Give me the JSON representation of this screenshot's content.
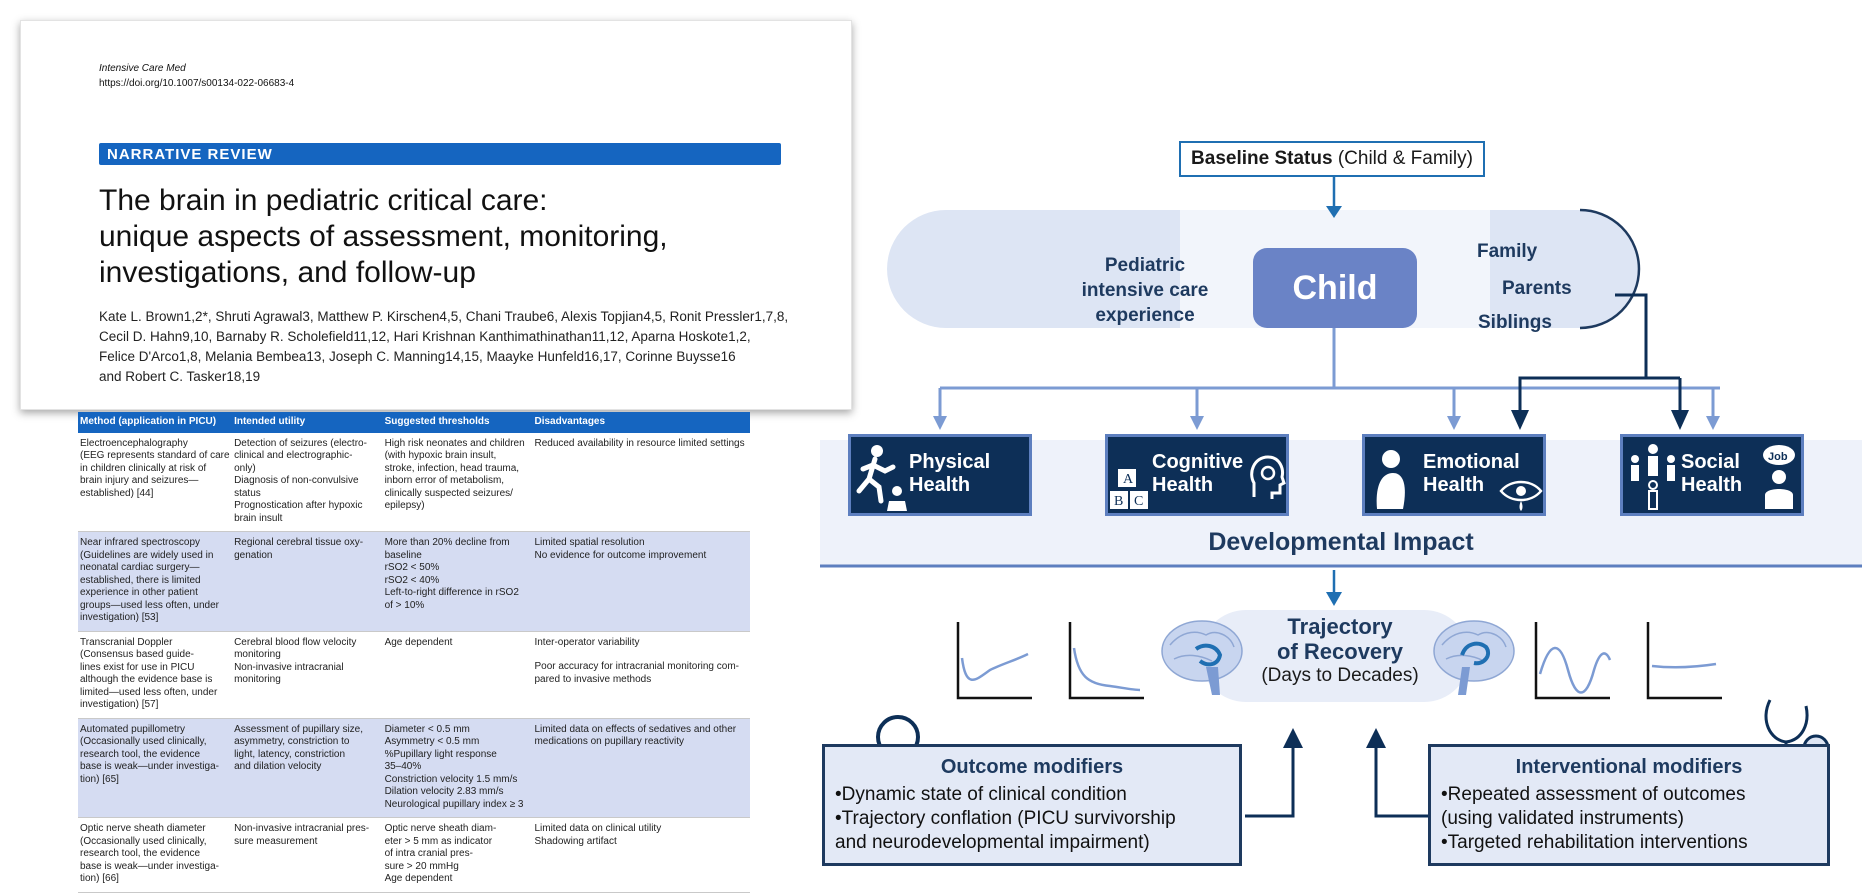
{
  "paper": {
    "journal": "Intensive Care Med",
    "doi": "https://doi.org/10.1007/s00134-022-06683-4",
    "section": "NARRATIVE REVIEW",
    "title_lines": [
      "The brain in pediatric critical care:",
      "unique aspects of assessment, monitoring,",
      "investigations, and follow-up"
    ],
    "author_lines": [
      "Kate L. Brown1,2*, Shruti Agrawal3, Matthew P. Kirschen4,5, Chani Traube6, Alexis Topjian4,5, Ronit Pressler1,7,8,",
      "Cecil D. Hahn9,10, Barnaby R. Scholefield11,12, Hari Krishnan Kanthimathinathan11,12, Aparna Hoskote1,2,",
      "Felice D'Arco1,8, Melania Bembea13, Joseph C. Manning14,15, Maayke Hunfeld16,17, Corinne Buysse16",
      "and Robert C. Tasker18,19"
    ]
  },
  "table": {
    "headers": [
      "Method (application in PICU)",
      "Intended utility",
      "Suggested thresholds",
      "Disadvantages"
    ],
    "rows": [
      {
        "method": [
          "Electroencephalography",
          "(EEG represents standard of care",
          "in children clinically at risk of",
          "brain injury and seizures—",
          "established) [44]"
        ],
        "utility": [
          "Detection of seizures (electro-",
          "clinical and electrographic-",
          "only)",
          "Diagnosis of non-convulsive",
          "status",
          "Prognostication after hypoxic",
          "brain insult"
        ],
        "thresholds": [
          "High risk neonates and children",
          "(with hypoxic brain insult,",
          "stroke, infection, head trauma,",
          "inborn error of metabolism,",
          "clinically suspected seizures/",
          "epilepsy)"
        ],
        "disadvantages": [
          "Reduced availability in resource limited settings"
        ]
      },
      {
        "method": [
          "Near infrared spectroscopy",
          "(Guidelines are widely used in",
          "neonatal cardiac surgery—",
          "established, there is limited",
          "experience in other patient",
          "groups—used less often, under",
          "investigation) [53]"
        ],
        "utility": [
          "Regional cerebral tissue oxy-",
          "genation"
        ],
        "thresholds": [
          "More than 20% decline from",
          "baseline",
          "rSO2 < 50%",
          "rSO2 < 40%",
          "Left-to-right difference in rSO2",
          "of > 10%"
        ],
        "disadvantages": [
          "Limited spatial resolution",
          "No evidence for outcome improvement"
        ]
      },
      {
        "method": [
          "Transcranial Doppler",
          "(Consensus based guide-",
          "lines exist for use in PICU",
          "although the evidence base is",
          "limited—used less often, under",
          "investigation) [57]"
        ],
        "utility": [
          "Cerebral blood flow velocity",
          "monitoring",
          "Non-invasive intracranial",
          "monitoring"
        ],
        "thresholds": [
          "Age dependent"
        ],
        "disadvantages": [
          "Inter-operator variability",
          "",
          "Poor accuracy for intracranial monitoring com-",
          "pared to invasive methods"
        ]
      },
      {
        "method": [
          "Automated pupillometry",
          "(Occasionally used clinically,",
          "research tool, the evidence",
          "base is weak—under investiga-",
          "tion) [65]"
        ],
        "utility": [
          "Assessment of pupillary size,",
          "asymmetry, constriction to",
          "light, latency, constriction",
          "and dilation velocity"
        ],
        "thresholds": [
          "Diameter < 0.5 mm",
          "Asymmetry < 0.5 mm",
          "%Pupillary light response",
          "35–40%",
          "Constriction velocity 1.5 mm/s",
          "Dilation velocity 2.83 mm/s",
          "Neurological pupillary index ≥ 3"
        ],
        "disadvantages": [
          "Limited data on effects of sedatives and other",
          "medications on pupillary reactivity"
        ]
      },
      {
        "method": [
          "Optic nerve sheath diameter",
          "(Occasionally used clinically,",
          "research tool, the evidence",
          "base is weak—under investiga-",
          "tion) [66]"
        ],
        "utility": [
          "Non-invasive intracranial pres-",
          "sure measurement"
        ],
        "thresholds": [
          "Optic nerve sheath diam-",
          "eter > 5 mm as indicator",
          "of intra cranial pres-",
          "sure > 20 mmHg",
          "Age dependent"
        ],
        "disadvantages": [
          "Limited data on clinical utility",
          "Shadowing artifact"
        ]
      }
    ]
  },
  "diagram": {
    "baseline_bold": "Baseline Status",
    "baseline_rest": " (Child & Family)",
    "picu_lines": [
      "Pediatric",
      "intensive care",
      "experience"
    ],
    "child": "Child",
    "family": [
      "Family",
      "Parents",
      "Siblings"
    ],
    "health": [
      {
        "line1": "Physical",
        "line2": "Health",
        "icon": "running-person-icon"
      },
      {
        "line1": "Cognitive",
        "line2": "Health",
        "icon": "brain-abc-icon"
      },
      {
        "line1": "Emotional",
        "line2": "Health",
        "icon": "eye-tear-icon"
      },
      {
        "line1": "Social",
        "line2": "Health",
        "icon": "people-job-icon"
      }
    ],
    "job_label": "Job",
    "abc": [
      "A",
      "B",
      "C"
    ],
    "developmental_impact": "Developmental Impact",
    "trajectory_lines": [
      "Trajectory",
      "of Recovery"
    ],
    "trajectory_sub": "(Days to Decades)",
    "outcome": {
      "title": "Outcome modifiers",
      "items": [
        "•Dynamic state of clinical condition",
        "•Trajectory conflation (PICU survivorship",
        "and neurodevelopmental impairment)"
      ]
    },
    "interventional": {
      "title": "Interventional modifiers",
      "items": [
        "•Repeated assessment of outcomes",
        "(using validated instruments)",
        "•Targeted rehabilitation interventions"
      ]
    },
    "colors": {
      "navy": "#0d2f57",
      "accent": "#1f6fb2",
      "child": "#6a83c6",
      "band": "#e6ecf7"
    }
  }
}
